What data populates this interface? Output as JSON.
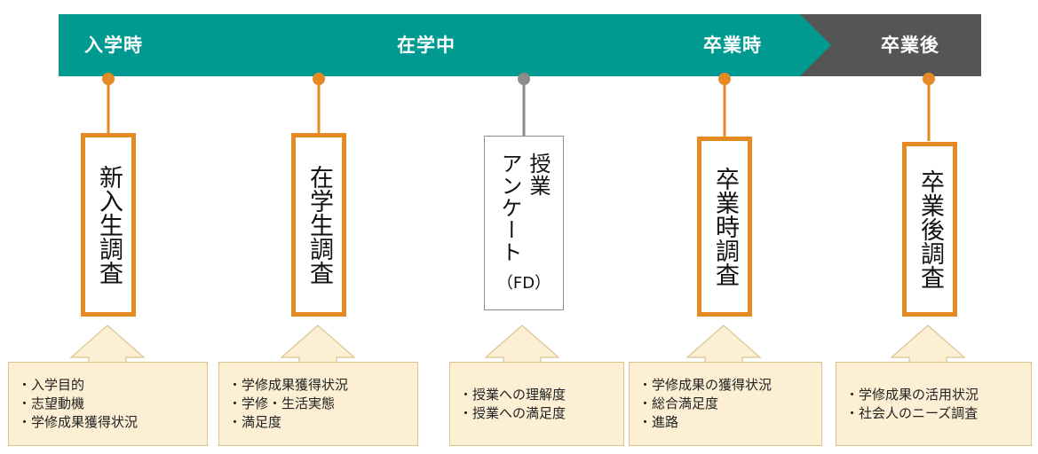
{
  "colors": {
    "teal": "#009a91",
    "dark_gray": "#555555",
    "orange": "#e58a23",
    "gray_connector": "#8c8c8c",
    "callout_fill": "#fcefd4"
  },
  "phases": [
    {
      "label": "入学時",
      "color": "#009a91"
    },
    {
      "label": "在学中",
      "color": "#009a91"
    },
    {
      "label": "卒業時",
      "color": "#009a91"
    },
    {
      "label": "卒業後",
      "color": "#555555"
    }
  ],
  "surveys": [
    {
      "title": "新入生調査",
      "items": [
        "・入学目的",
        "・志望動機",
        "・学修成果獲得状況"
      ]
    },
    {
      "title": "在学生調査",
      "items": [
        "・学修成果獲得状況",
        "・学修・生活実態",
        "・満足度"
      ]
    },
    {
      "title": "授業アンケート",
      "title_lines": [
        "授業",
        "アンケート"
      ],
      "note": "（FD）",
      "items": [
        "・授業への理解度",
        "・授業への満足度"
      ]
    },
    {
      "title": "卒業時調査",
      "items": [
        "・学修成果の獲得状況",
        "・総合満足度",
        "・進路"
      ]
    },
    {
      "title": "卒業後調査",
      "items": [
        "・学修成果の活用状況",
        "・社会人のニーズ調査"
      ]
    }
  ]
}
